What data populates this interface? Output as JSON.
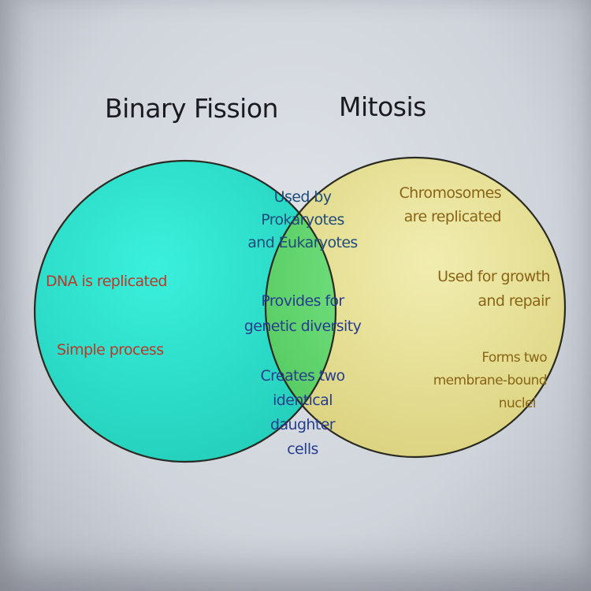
{
  "diagram": {
    "type": "venn",
    "sets": [
      {
        "name": "Binary Fission",
        "fill": "#2fe3cf",
        "items": [
          "DNA is replicated",
          "Simple process"
        ]
      },
      {
        "name": "Mitosis",
        "fill": "#e9e49a",
        "items": [
          "Chromosomes are replicated",
          "Used for growth and repair",
          "Forms two membrane-bound nuclei"
        ]
      }
    ],
    "overlap": {
      "fill": "#6fe07a",
      "items": [
        "Used by Prokaryotes and Eukaryotes",
        "Provides for genetic diversity",
        "Creates two identical daughter cells"
      ]
    }
  },
  "titles": {
    "left": "Binary Fission",
    "right": "Mitosis"
  },
  "left_only": {
    "item1": "DNA is replicated",
    "item2": "Simple process"
  },
  "overlap_text": {
    "item1": {
      "line1": "Used by",
      "line2": "Prokaryotes",
      "line3": "and Eukaryotes"
    },
    "item2": {
      "line1": "Provides for",
      "line2": "genetic diversity"
    },
    "item3": {
      "line1": "Creates two",
      "line2": "identical",
      "line3": "daughter",
      "line4": "cells"
    }
  },
  "right_only": {
    "item1": {
      "line1": "Chromosomes",
      "line2": "are replicated"
    },
    "item2": {
      "line1": "Used for growth",
      "line2": "and repair"
    },
    "item3": {
      "line1": "Forms two",
      "line2": "membrane-bound",
      "line3": "nuclei"
    }
  },
  "colors": {
    "binary_fission_fill": "#2fe3cf",
    "mitosis_fill": "#e9e49a",
    "overlap_fill": "#6fe07a",
    "outline": "#2a2a22",
    "left_text": "#b83a2a",
    "overlap_text": "#263d8e",
    "right_text": "#8a6416"
  }
}
